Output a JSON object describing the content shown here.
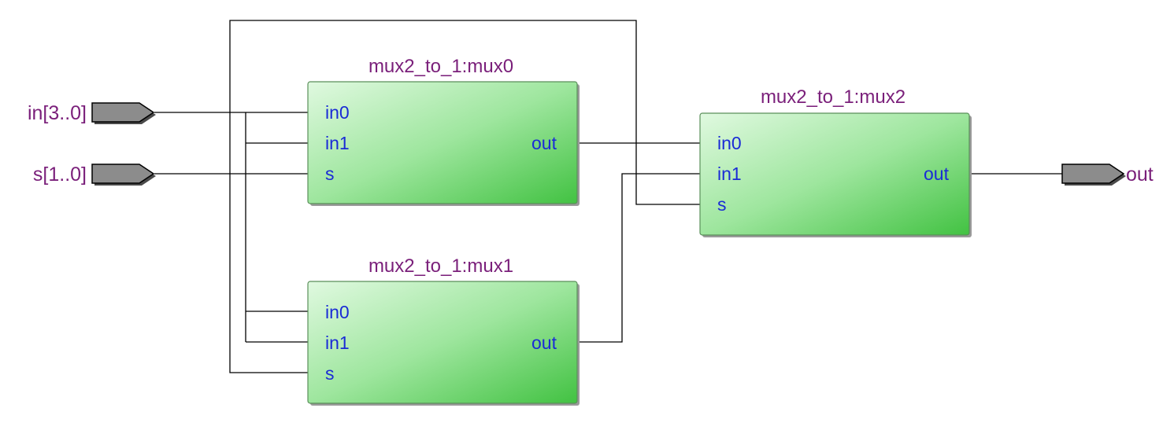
{
  "diagram": {
    "pins": {
      "in": "in[3..0]",
      "s": "s[1..0]",
      "out": "out"
    },
    "blocks": {
      "mux0": {
        "title": "mux2_to_1:mux0",
        "ports": {
          "in0": "in0",
          "in1": "in1",
          "s": "s",
          "out": "out"
        }
      },
      "mux1": {
        "title": "mux2_to_1:mux1",
        "ports": {
          "in0": "in0",
          "in1": "in1",
          "s": "s",
          "out": "out"
        }
      },
      "mux2": {
        "title": "mux2_to_1:mux2",
        "ports": {
          "in0": "in0",
          "in1": "in1",
          "s": "s",
          "out": "out"
        }
      }
    },
    "colors": {
      "block_fill_light": "#dcf8dc",
      "block_fill_dark": "#45c345",
      "port_text": "#1a2bd6",
      "title_text": "#7a1f7a",
      "pin_fill": "#8c8c8c",
      "wire": "#000000"
    }
  }
}
